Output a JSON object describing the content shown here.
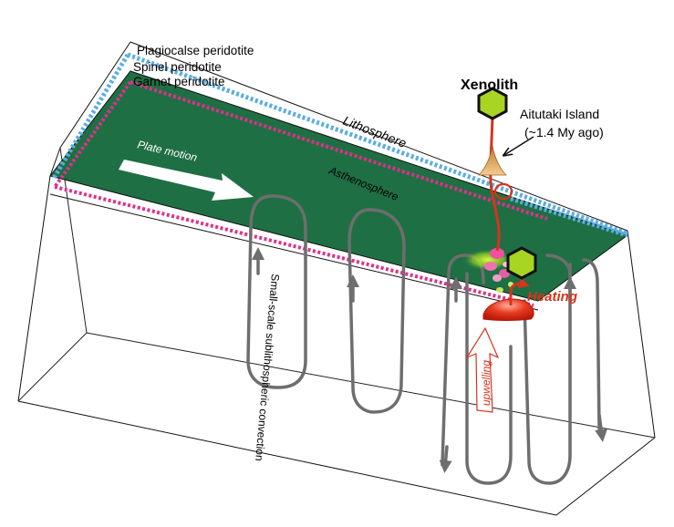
{
  "labels": {
    "plagioclase": "Plagiocalse peridotite",
    "spinel": "Spinel peridotite",
    "garnet": "Garnet peridotite",
    "lithosphere": "Lithosphere",
    "asthenosphere": "Asthenosphere",
    "plate_motion": "Plate motion",
    "xenolith": "Xenolith",
    "island_name": "Aitutaki Island",
    "island_age": "(~1.4 My ago)",
    "heating": "Heating",
    "upwelling": "upwelling",
    "convection": "Small-scale sublithospheric convection"
  },
  "colors": {
    "layer_green": "#1f6f44",
    "plagioclase_line": "#5aaee0",
    "garnet_line": "#e0308a",
    "convection_arrow": "#6e6e6e",
    "xenolith_fill": "#a8d422",
    "magma_red": "#e03a20"
  }
}
